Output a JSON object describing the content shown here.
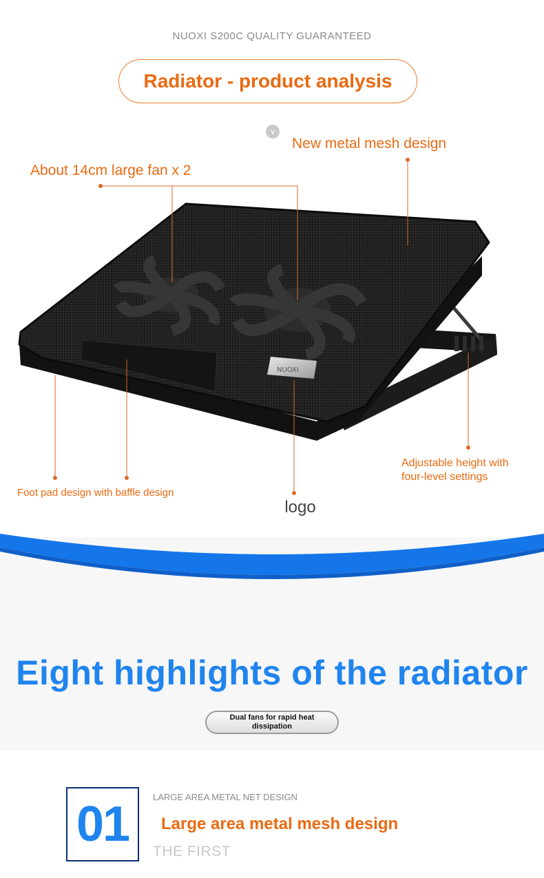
{
  "header": {
    "tagline": "NUOXI S200C QUALITY GUARANTEED",
    "title": "Radiator - product analysis",
    "scroll_icon": "chevron-down-icon"
  },
  "callouts": {
    "mesh": "New metal mesh design",
    "fan": "About 14cm large fan x 2",
    "foot_pad": "Foot pad design with baffle design",
    "logo": "logo",
    "height_line1": "Adjustable height with",
    "height_line2": "four-level settings"
  },
  "product": {
    "badge_text": "NUOXI"
  },
  "highlights": {
    "title": "Eight highlights of the radiator",
    "feature_pill_line1": "Dual fans for rapid heat",
    "feature_pill_line2": "dissipation"
  },
  "section": {
    "number": "01",
    "subtitle_en": "LARGE AREA METAL NET DESIGN",
    "title": "Large area metal mesh design",
    "tag": "THE FIRST"
  },
  "colors": {
    "accent_orange": "#ea6a12",
    "accent_blue": "#1f84ee",
    "navy_border": "#0d2f7a"
  }
}
